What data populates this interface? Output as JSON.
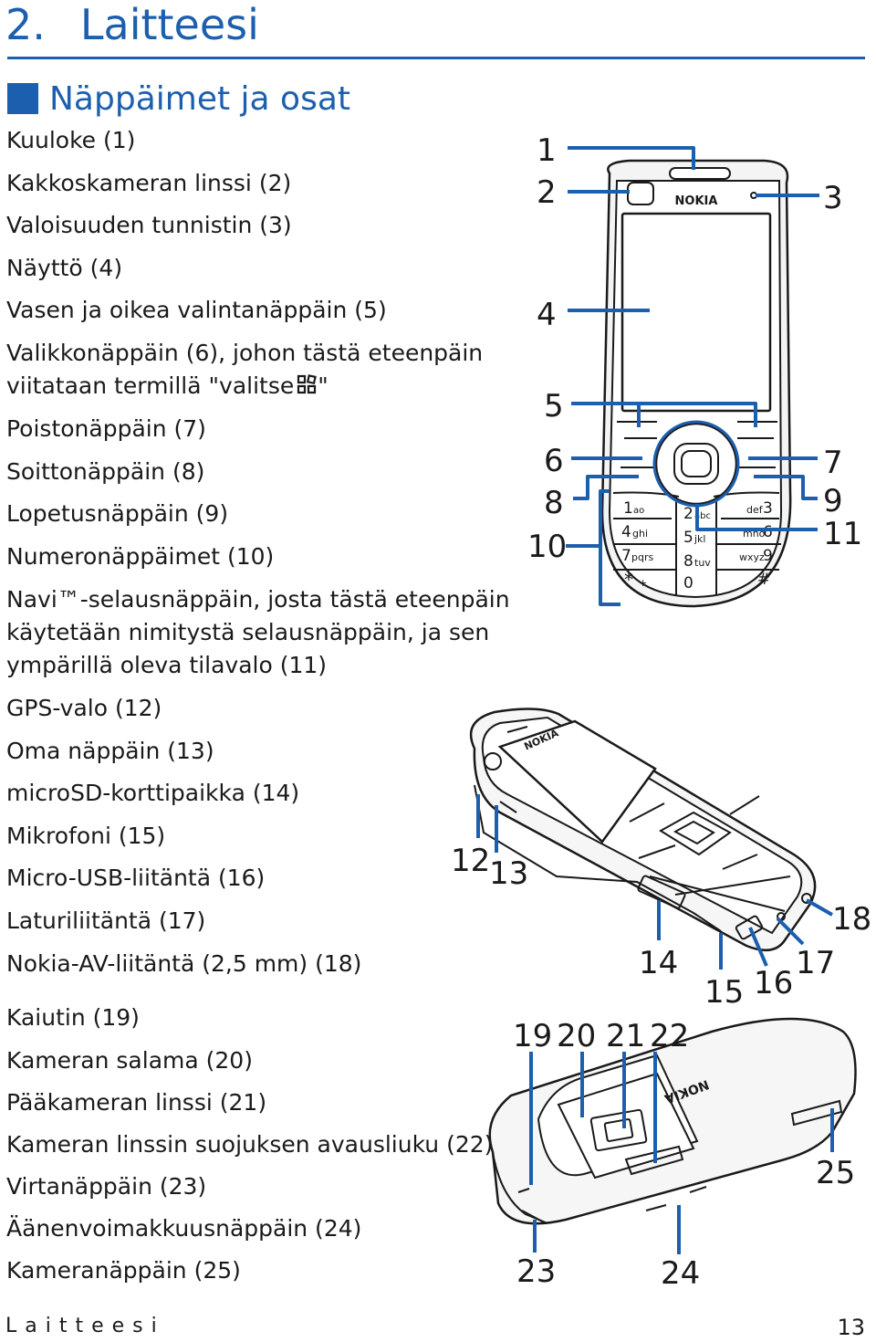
{
  "chapter": {
    "number": "2.",
    "title": "Laitteesi"
  },
  "section": {
    "title": "Näppäimet ja osat"
  },
  "items": [
    "Kuuloke (1)",
    "Kakkoskameran linssi (2)",
    "Valoisuuden tunnistin (3)",
    "Näyttö (4)",
    "Vasen ja oikea valintanäppäin (5)",
    "Valikkonäppäin (6), johon tästä eteenpäin",
    "viitataan termillä \"valitse",
    "Poistonäppäin (7)",
    "Soittonäppäin (8)",
    "Lopetusnäppäin (9)",
    "Numeronäppäimet (10)",
    "Navi™-selausnäppäin, josta tästä eteenpäin",
    "käytetään nimitystä selausnäppäin, ja sen",
    "ympärillä oleva tilavalo (11)",
    "GPS-valo (12)",
    "Oma näppäin (13)",
    "microSD-korttipaikka (14)",
    "Mikrofoni (15)",
    "Micro-USB-liitäntä (16)",
    "Laturiliitäntä (17)",
    "Nokia-AV-liitäntä (2,5 mm) (18)",
    "Kaiutin (19)",
    "Kameran salama (20)",
    "Pääkameran linssi (21)",
    "Kameran linssin suojuksen avausliuku (22)",
    "Virtanäppäin (23)",
    "Äänenvoimakkuusnäppäin (24)",
    "Kameranäppäin (25)"
  ],
  "menu_glyph_close": "\"",
  "figure": {
    "brand": "NOKIA",
    "callouts": [
      "1",
      "2",
      "3",
      "4",
      "5",
      "6",
      "7",
      "8",
      "9",
      "10",
      "11",
      "12",
      "13",
      "14",
      "15",
      "16",
      "17",
      "18",
      "19",
      "20",
      "21",
      "22",
      "23",
      "24",
      "25"
    ],
    "keypad": [
      "1",
      "ao",
      "2",
      "abc",
      "def",
      "3",
      "4",
      "ghi",
      "5",
      "jkl",
      "mno",
      "6",
      "7",
      "pqrs",
      "8",
      "tuv",
      "wxyz",
      "9",
      "*",
      "+",
      "0",
      "#"
    ]
  },
  "footer": {
    "section_name": "Laitteesi",
    "page_number": "13"
  },
  "colors": {
    "heading": "#1c5fae",
    "callout_line": "#1c5fae"
  }
}
